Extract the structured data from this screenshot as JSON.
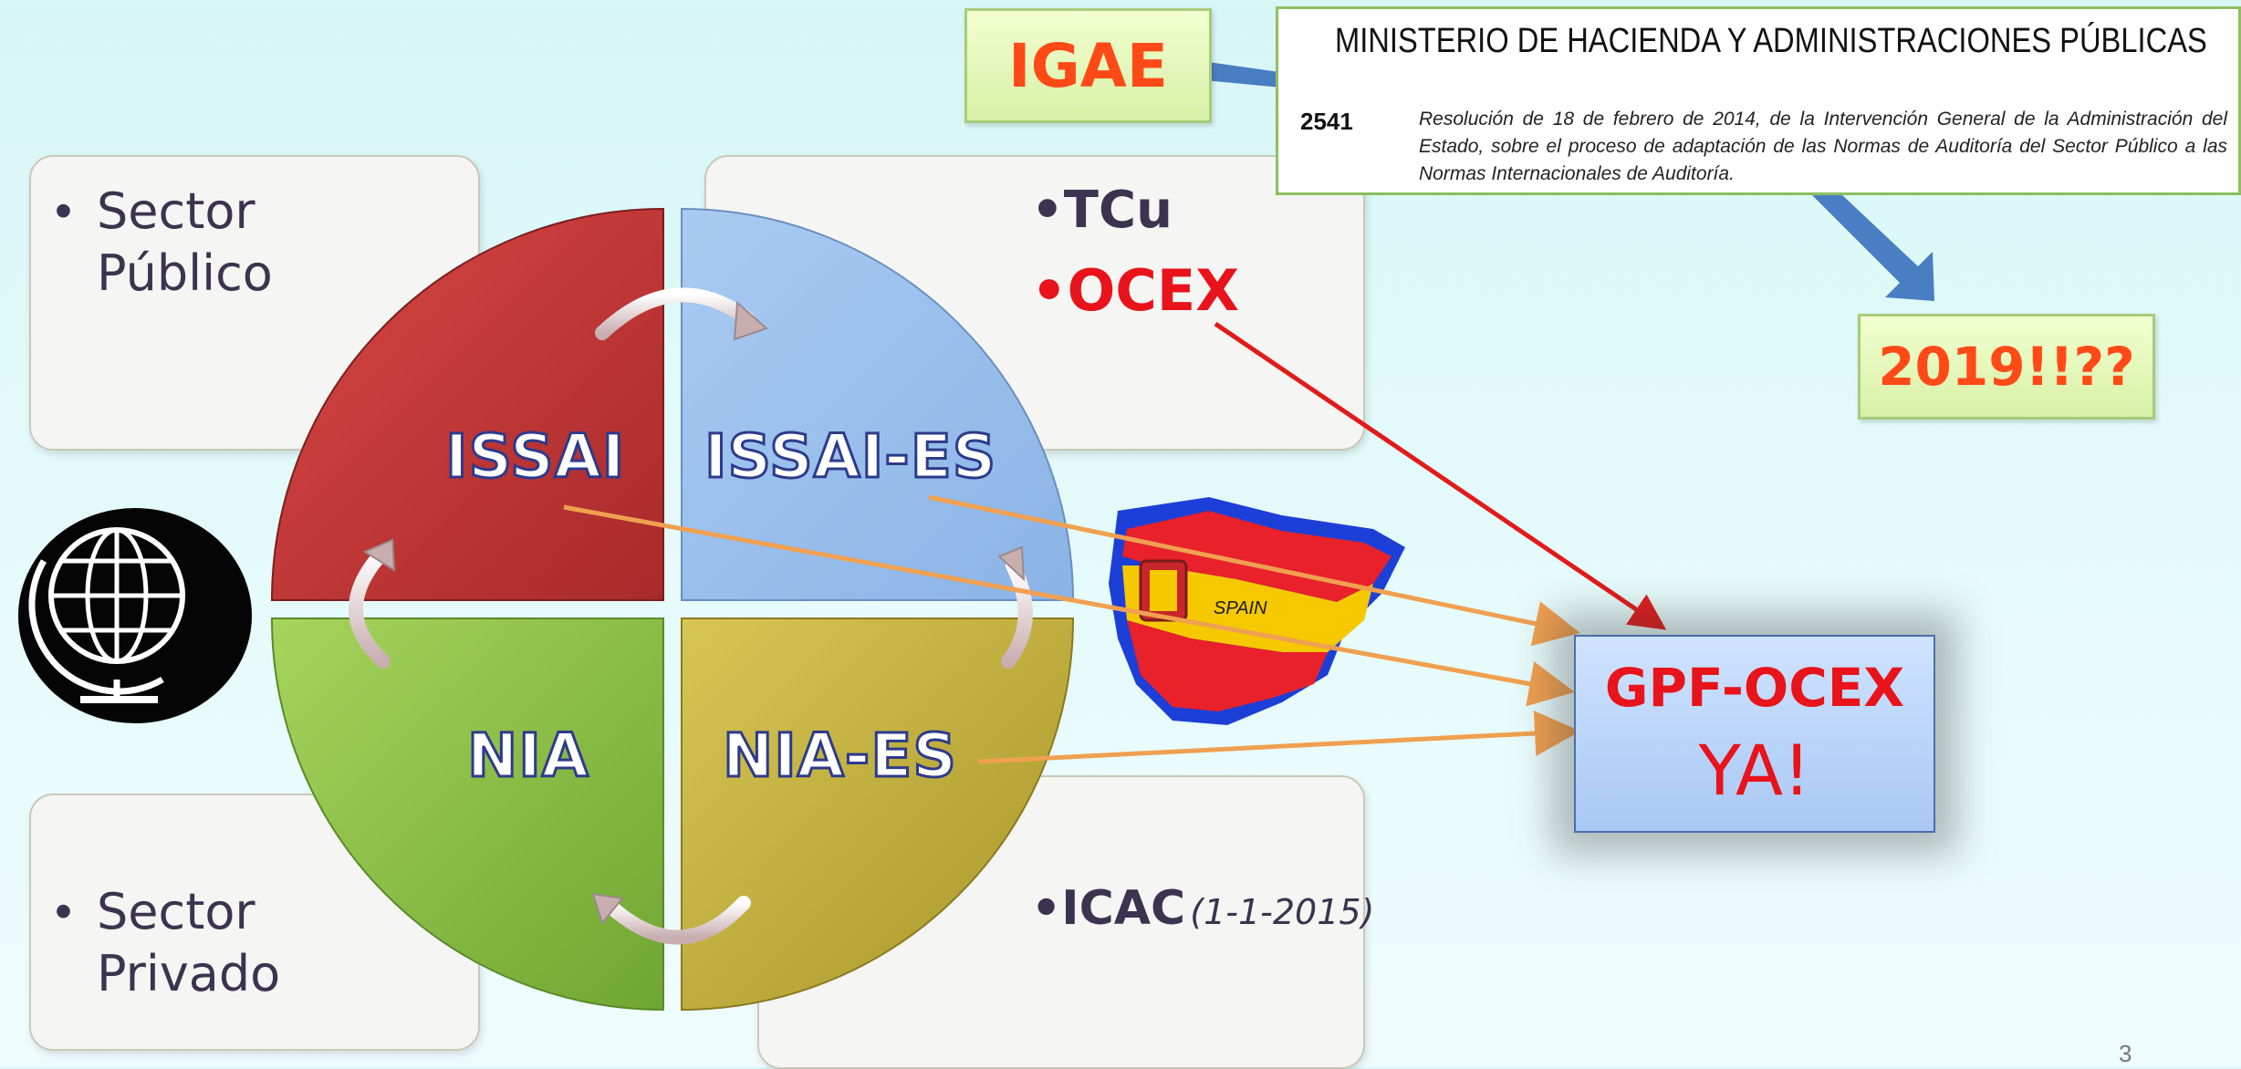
{
  "cards": {
    "public": {
      "bullet": "•",
      "line1": "Sector",
      "line2": "Público"
    },
    "private": {
      "bullet": "•",
      "line1": "Sector",
      "line2": "Privado"
    },
    "top_right": {
      "tcu": "•TCu",
      "ocex": "•OCEX"
    },
    "bottom_right": {
      "icac": "•ICAC",
      "date": "(1-1-2015)"
    }
  },
  "quadrants": {
    "issai": "ISSAI",
    "issai_es": "ISSAI-ES",
    "nia": "NIA",
    "nia_es": "NIA-ES"
  },
  "igae": {
    "label": "IGAE"
  },
  "boe": {
    "ministry": "MINISTERIO DE HACIENDA Y ADMINISTRACIONES PÚBLICAS",
    "number": "2541",
    "text": "Resolución de 18 de febrero de 2014, de la Intervención General de la Administración del Estado, sobre el proceso de adaptación de las Normas de Auditoría del Sector Público a las Normas Internacionales de Auditoría."
  },
  "year_box": {
    "label": "2019!!??"
  },
  "gpf_box": {
    "line1": "GPF-OCEX",
    "line2": "YA!"
  },
  "spain_map": {
    "label": "SPAIN"
  },
  "slide_number": "3",
  "colors": {
    "issai": "#c23a3a",
    "issai_es": "#97bdec",
    "nia": "#8fc44a",
    "nia_es": "#c6b23a",
    "orange_arrow": "#f0a050",
    "red_arrow": "#e11b1b",
    "blue_arrow": "#4a7ec2"
  }
}
